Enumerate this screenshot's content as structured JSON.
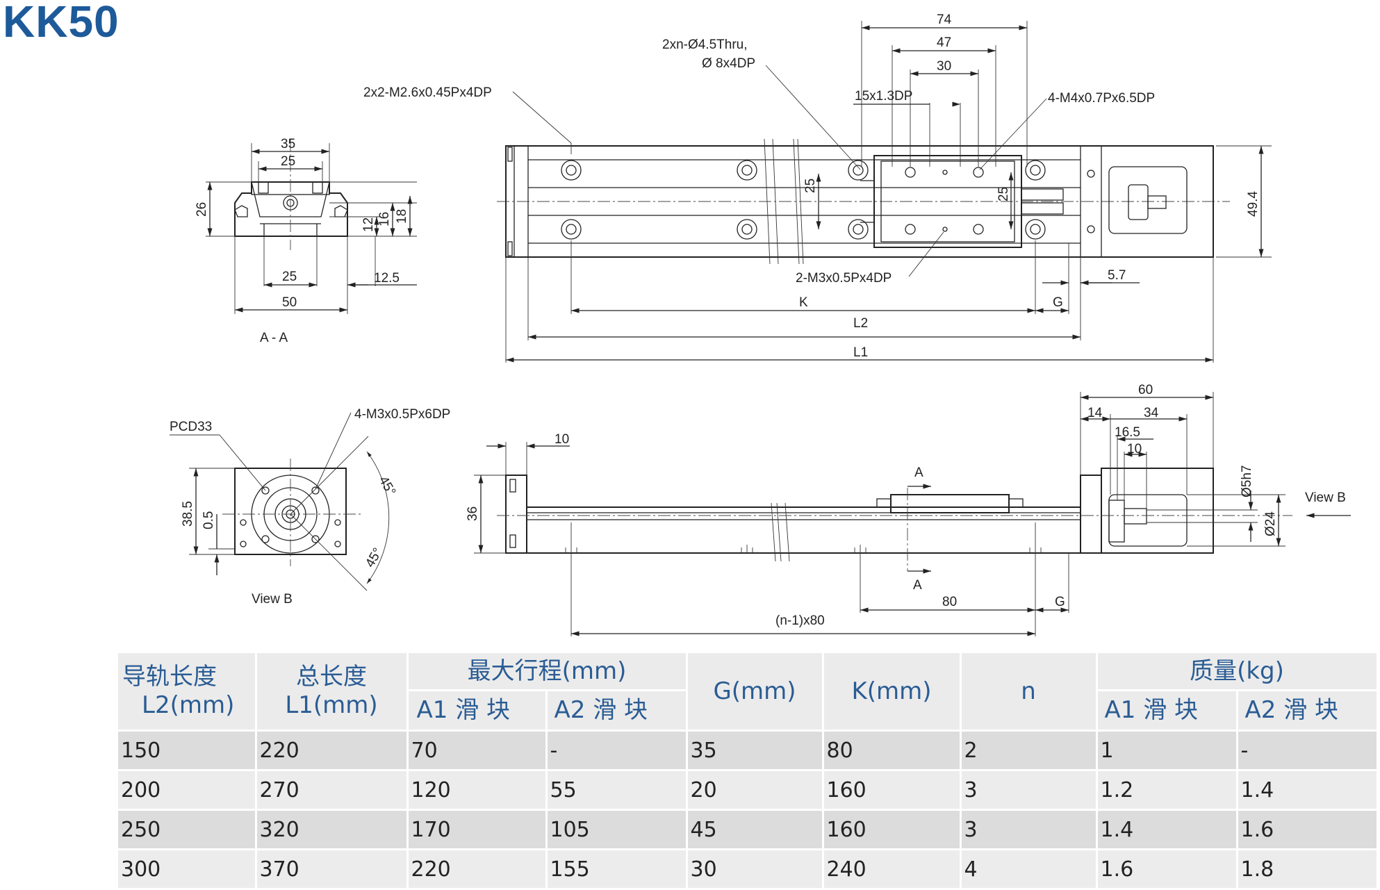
{
  "title": "KK50",
  "drawing": {
    "top_view": {
      "dims": [
        "74",
        "47",
        "30",
        "15x1.3DP",
        "25",
        "25",
        "49.4",
        "5.7",
        "K",
        "G",
        "L2",
        "L1"
      ],
      "callouts": [
        "2xn-Ø4.5Thru,",
        "Ø 8x4DP",
        "2x2-M2.6x0.45Px4DP",
        "4-M4x0.7Px6.5DP",
        "2-M3x0.5Px4DP"
      ]
    },
    "section_aa": {
      "dims": [
        "35",
        "25",
        "26",
        "12",
        "16",
        "18",
        "25",
        "12.5",
        "50"
      ],
      "caption": "A - A"
    },
    "view_b": {
      "dims": [
        "38.5",
        "0.5",
        "45°",
        "45°"
      ],
      "callouts": [
        "PCD33",
        "4-M3x0.5Px6DP"
      ],
      "caption": "View B"
    },
    "side_view": {
      "dims": [
        "10",
        "36",
        "60",
        "14",
        "34",
        "16.5",
        "10",
        "Ø5h7",
        "Ø24",
        "80",
        "G",
        "(n-1)x80"
      ],
      "section_marks": [
        "A",
        "A"
      ],
      "view_label": "View B"
    }
  },
  "table": {
    "headers": {
      "rail_length_cn": "导轨长度",
      "rail_length_unit": "L2(mm)",
      "total_length_cn": "总长度",
      "total_length_unit": "L1(mm)",
      "max_stroke": "最大行程(mm)",
      "stroke_a1": "A1 滑 块",
      "stroke_a2": "A2 滑 块",
      "g": "G(mm)",
      "k": "K(mm)",
      "n": "n",
      "mass": "质量(kg)",
      "mass_a1": "A1 滑 块",
      "mass_a2": "A2 滑 块"
    },
    "rows": [
      [
        "150",
        "220",
        "70",
        "-",
        "35",
        "80",
        "2",
        "1",
        "-"
      ],
      [
        "200",
        "270",
        "120",
        "55",
        "20",
        "160",
        "3",
        "1.2",
        "1.4"
      ],
      [
        "250",
        "320",
        "170",
        "105",
        "45",
        "160",
        "3",
        "1.4",
        "1.6"
      ],
      [
        "300",
        "370",
        "220",
        "155",
        "30",
        "240",
        "4",
        "1.6",
        "1.8"
      ]
    ]
  }
}
